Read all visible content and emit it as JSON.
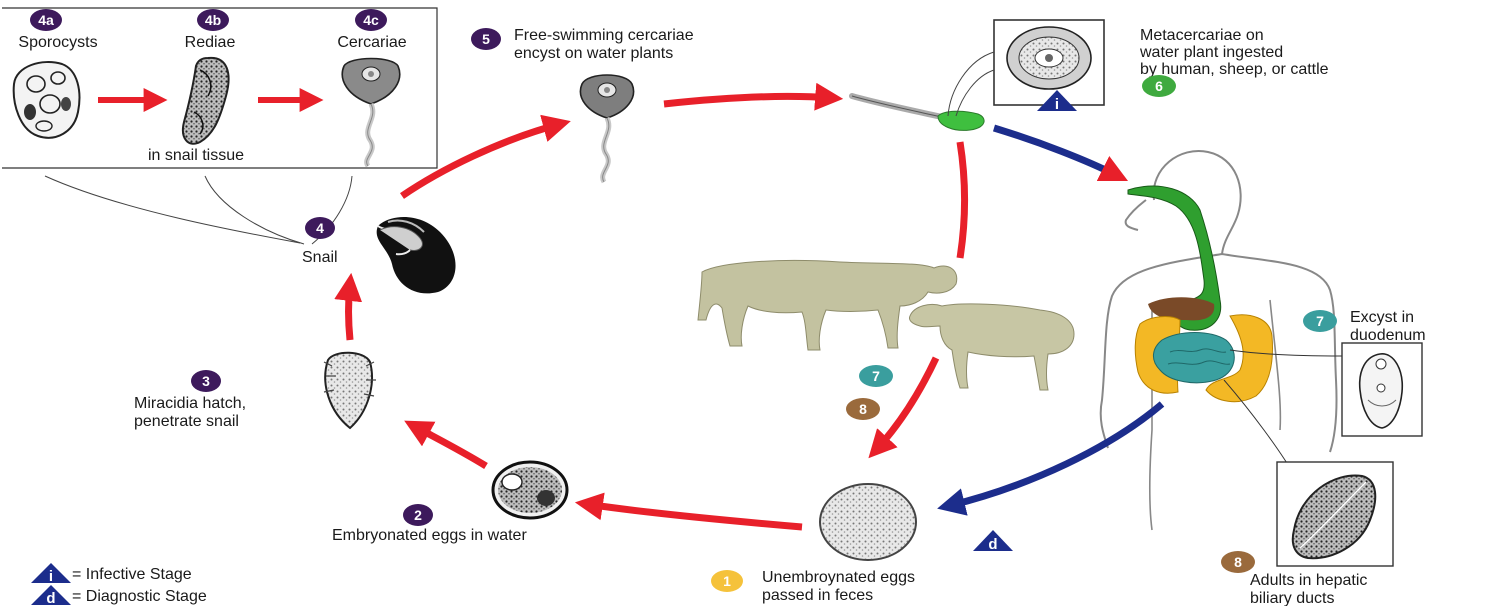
{
  "colors": {
    "purple": "#3d1a5c",
    "green": "#3faa3f",
    "teal": "#3a9e9e",
    "brown": "#9a6a3c",
    "yellow": "#f5c23b",
    "red_arrow": "#e8202a",
    "blue_arrow": "#1c2d8c",
    "triangle": "#1c2d8c"
  },
  "inset": {
    "stages": [
      {
        "badge": "4a",
        "label": "Sporocysts"
      },
      {
        "badge": "4b",
        "label": "Rediae"
      },
      {
        "badge": "4c",
        "label": "Cercariae"
      }
    ],
    "caption": "in snail tissue"
  },
  "stages": {
    "s1": {
      "badge": "1",
      "line1": "Unembroynated eggs",
      "line2": "passed in feces"
    },
    "s2": {
      "badge": "2",
      "line1": "Embryonated eggs in water"
    },
    "s3": {
      "badge": "3",
      "line1": "Miracidia hatch,",
      "line2": "penetrate snail"
    },
    "s4": {
      "badge": "4",
      "line1": "Snail"
    },
    "s5": {
      "badge": "5",
      "line1": "Free-swimming cercariae",
      "line2": "encyst on water plants"
    },
    "s6": {
      "badge": "6",
      "line1": "Metacercariae on",
      "line2": "water plant ingested",
      "line3": "by human, sheep, or cattle"
    },
    "s7a": {
      "badge": "7"
    },
    "s8a": {
      "badge": "8"
    },
    "s7b": {
      "badge": "7",
      "line1": "Excyst in",
      "line2": "duodenum"
    },
    "s8b": {
      "badge": "8",
      "line1": "Adults in hepatic",
      "line2": "biliary ducts"
    }
  },
  "markers": {
    "infective": "i",
    "diagnostic": "d"
  },
  "legend": [
    {
      "symbol": "i",
      "text": "= Infective Stage"
    },
    {
      "symbol": "d",
      "text": "= Diagnostic Stage"
    }
  ]
}
